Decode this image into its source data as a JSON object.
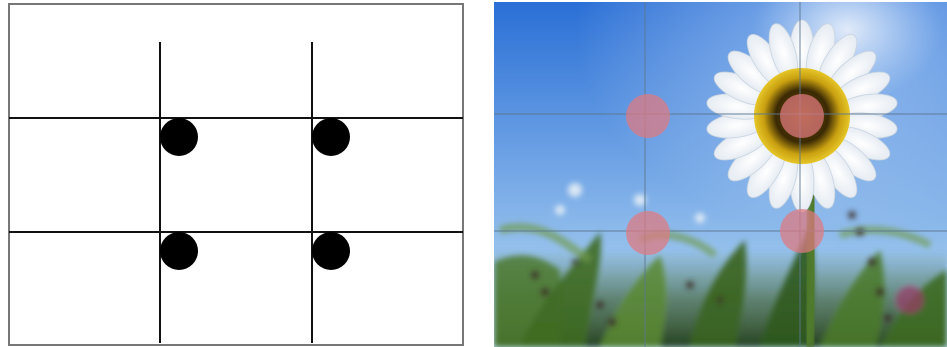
{
  "panels": [
    {
      "id": "rule-of-thirds-diagram",
      "background": "#ffffff",
      "line_color": "#111111",
      "dot_color": "#000000"
    },
    {
      "id": "daisy-photo",
      "sky_top": "#2a6fd6",
      "sky_bottom": "#bfe0f6",
      "line_color": "#5c7890",
      "dot_color": "#e07a80"
    }
  ],
  "grid": {
    "divisions": 3
  },
  "power_points": [
    {
      "name": "top-left"
    },
    {
      "name": "top-right"
    },
    {
      "name": "bottom-left"
    },
    {
      "name": "bottom-right"
    }
  ]
}
